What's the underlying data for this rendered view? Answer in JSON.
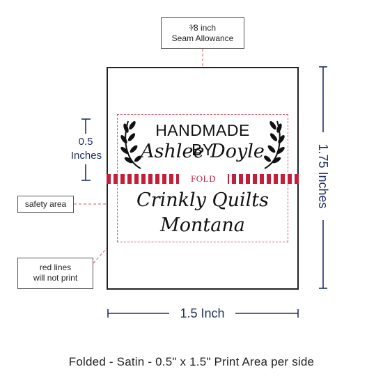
{
  "seam_callout": {
    "line1": "³⁄8 inch",
    "line2": "Seam Allowance"
  },
  "safety_callout": {
    "label": "safety area"
  },
  "redlines_callout": {
    "line1": "red lines",
    "line2": "will not print"
  },
  "label": {
    "line1": "HANDMADE BY",
    "line2": "Ashlee Doyle",
    "fold": "FOLD",
    "line3": "Crinkly Quilts",
    "line4": "Montana"
  },
  "dims": {
    "half_inch_value": "0.5",
    "half_inch_unit": "Inches",
    "height": "1.75 Inches",
    "width": "1.5 Inch"
  },
  "caption": "Folded - Satin - 0.5\" x 1.5\" Print Area per side",
  "colors": {
    "navy": "#1f2f66",
    "red": "#c41e3a",
    "dashed": "#d65a6a"
  }
}
